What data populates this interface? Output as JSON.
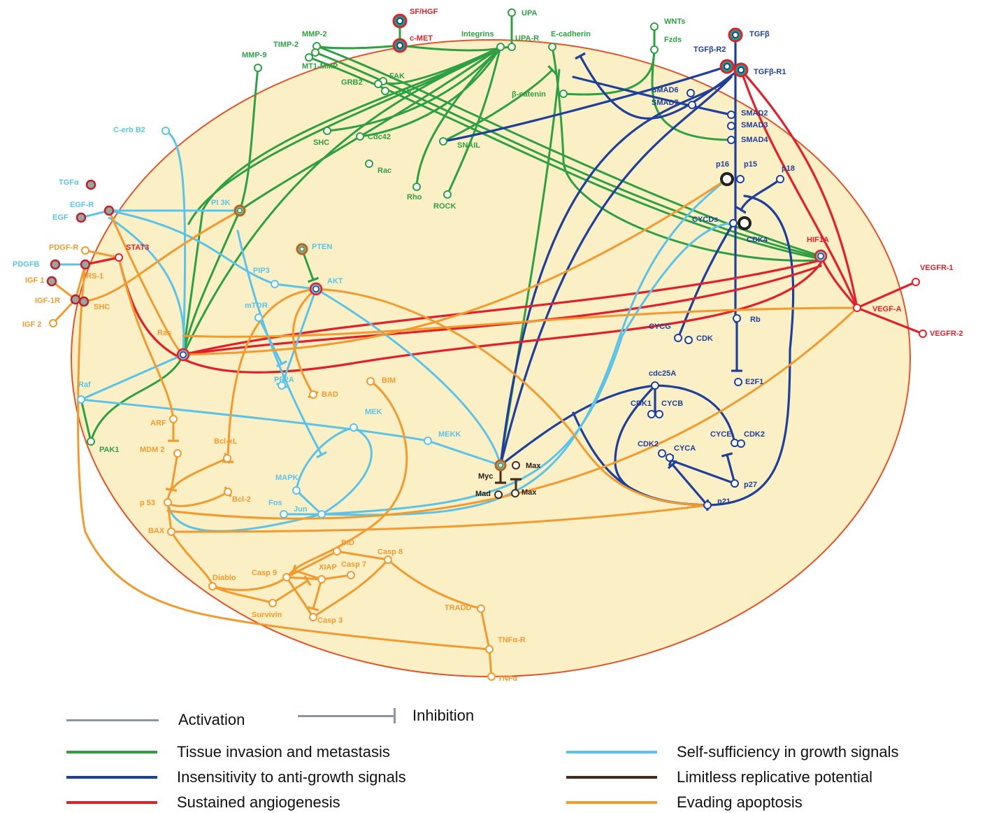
{
  "colors": {
    "cell_fill": "#fbefc6",
    "cell_border": "#e2532a",
    "invasion": "#2ea043",
    "anti_growth": "#1e3f9a",
    "angiogenesis": "#e0202a",
    "growth_signals": "#5cc3e8",
    "replicative": "#4a2a1a",
    "apoptosis": "#f29a2e",
    "neutral": "#8a95a6"
  },
  "nodes": {
    "sfhgf": "SF/HGF",
    "cmet": "c-MET",
    "upa": "UPA",
    "upar": "UPA-R",
    "integrins": "Integrins",
    "ecadherin": "E-cadherin",
    "wnts": "WNTs",
    "fzds": "Fzds",
    "tgfb": "TGFβ",
    "tgfbr2": "TGFβ-R2",
    "tgfbr1": "TGFβ-R1",
    "mmp2": "MMP-2",
    "timp2": "TIMP-2",
    "mt1mmp": "MT1-MMP",
    "mmp9": "MMP-9",
    "fak": "FAK",
    "grb2": "GRB2",
    "src": "SRC",
    "bcatenin": "β-catenin",
    "smad6": "SMAD6",
    "smad7": "SMAD7",
    "smad2": "SMAD2",
    "smad3": "SMAD3",
    "smad4": "SMAD4",
    "cerbb2": "C-erb B2",
    "shc_top": "SHC",
    "cdc42": "Cdc42",
    "snail": "SNAIL",
    "rac": "Rac",
    "p16": "p16",
    "p15": "p15",
    "p18": "p18",
    "tgfa": "TGFα",
    "egfr": "EGF-R",
    "egf": "EGF",
    "pi3k": "PI 3K",
    "rho": "Rho",
    "rock": "ROCK",
    "cycds": "CYCDs",
    "cdk4": "CDK4",
    "hif1a": "HIF1A",
    "pdgfr": "PDGF-R",
    "stat3": "STAT3",
    "pten": "PTEN",
    "pdgfb": "PDGFB",
    "irs1": "IRS-1",
    "pip3": "PIP3",
    "akt": "AKT",
    "vegfr1": "VEGFR-1",
    "igf1": "IGF 1",
    "igf1r": "IGF-1R",
    "shc": "SHC",
    "mtor": "mTOR",
    "vegfa": "VEGF-A",
    "igf2": "IGF 2",
    "rb": "Rb",
    "vegfr2": "VEGFR-2",
    "ras": "Ras",
    "cycg": "CYCG",
    "cdk": "CDK",
    "cdc25a": "cdc25A",
    "e2f1": "E2F1",
    "bim": "BIM",
    "pp2a": "PP2A",
    "bad": "BAD",
    "raf": "Raf",
    "cdk1": "CDK1",
    "cycb": "CYCB",
    "mek": "MEK",
    "arf": "ARF",
    "mekk": "MEKK",
    "cyce": "CYCE",
    "cdk2b": "CDK2",
    "bclxl": "Bcl-xL",
    "mdm2": "MDM 2",
    "pak1": "PAK1",
    "cdk2a": "CDK2",
    "cyca": "CYCA",
    "max1": "Max",
    "myc": "Myc",
    "mapk": "MAPK",
    "bcl2": "Bcl-2",
    "p27": "p27",
    "mad": "Mad",
    "max2": "Max",
    "p53": "p 53",
    "fos": "Fos",
    "jun": "Jun",
    "p21": "p21",
    "bax": "BAX",
    "bid": "BID",
    "casp8": "Casp 8",
    "casp9": "Casp 9",
    "xiap": "XIAP",
    "casp7": "Casp 7",
    "diablo": "Diablo",
    "survivin": "Survivin",
    "casp3": "Casp 3",
    "tradd": "TRADD",
    "tnfar": "TNFα-R",
    "tnfa": "TNFα"
  },
  "legend": {
    "activation": "Activation",
    "inhibition": "Inhibition",
    "invasion": "Tissue invasion and metastasis",
    "anti_growth": "Insensitivity to anti-growth signals",
    "angiogenesis": "Sustained angiogenesis",
    "growth_signals": "Self-sufficiency in growth signals",
    "replicative": "Limitless replicative potential",
    "apoptosis": "Evading apoptosis"
  }
}
